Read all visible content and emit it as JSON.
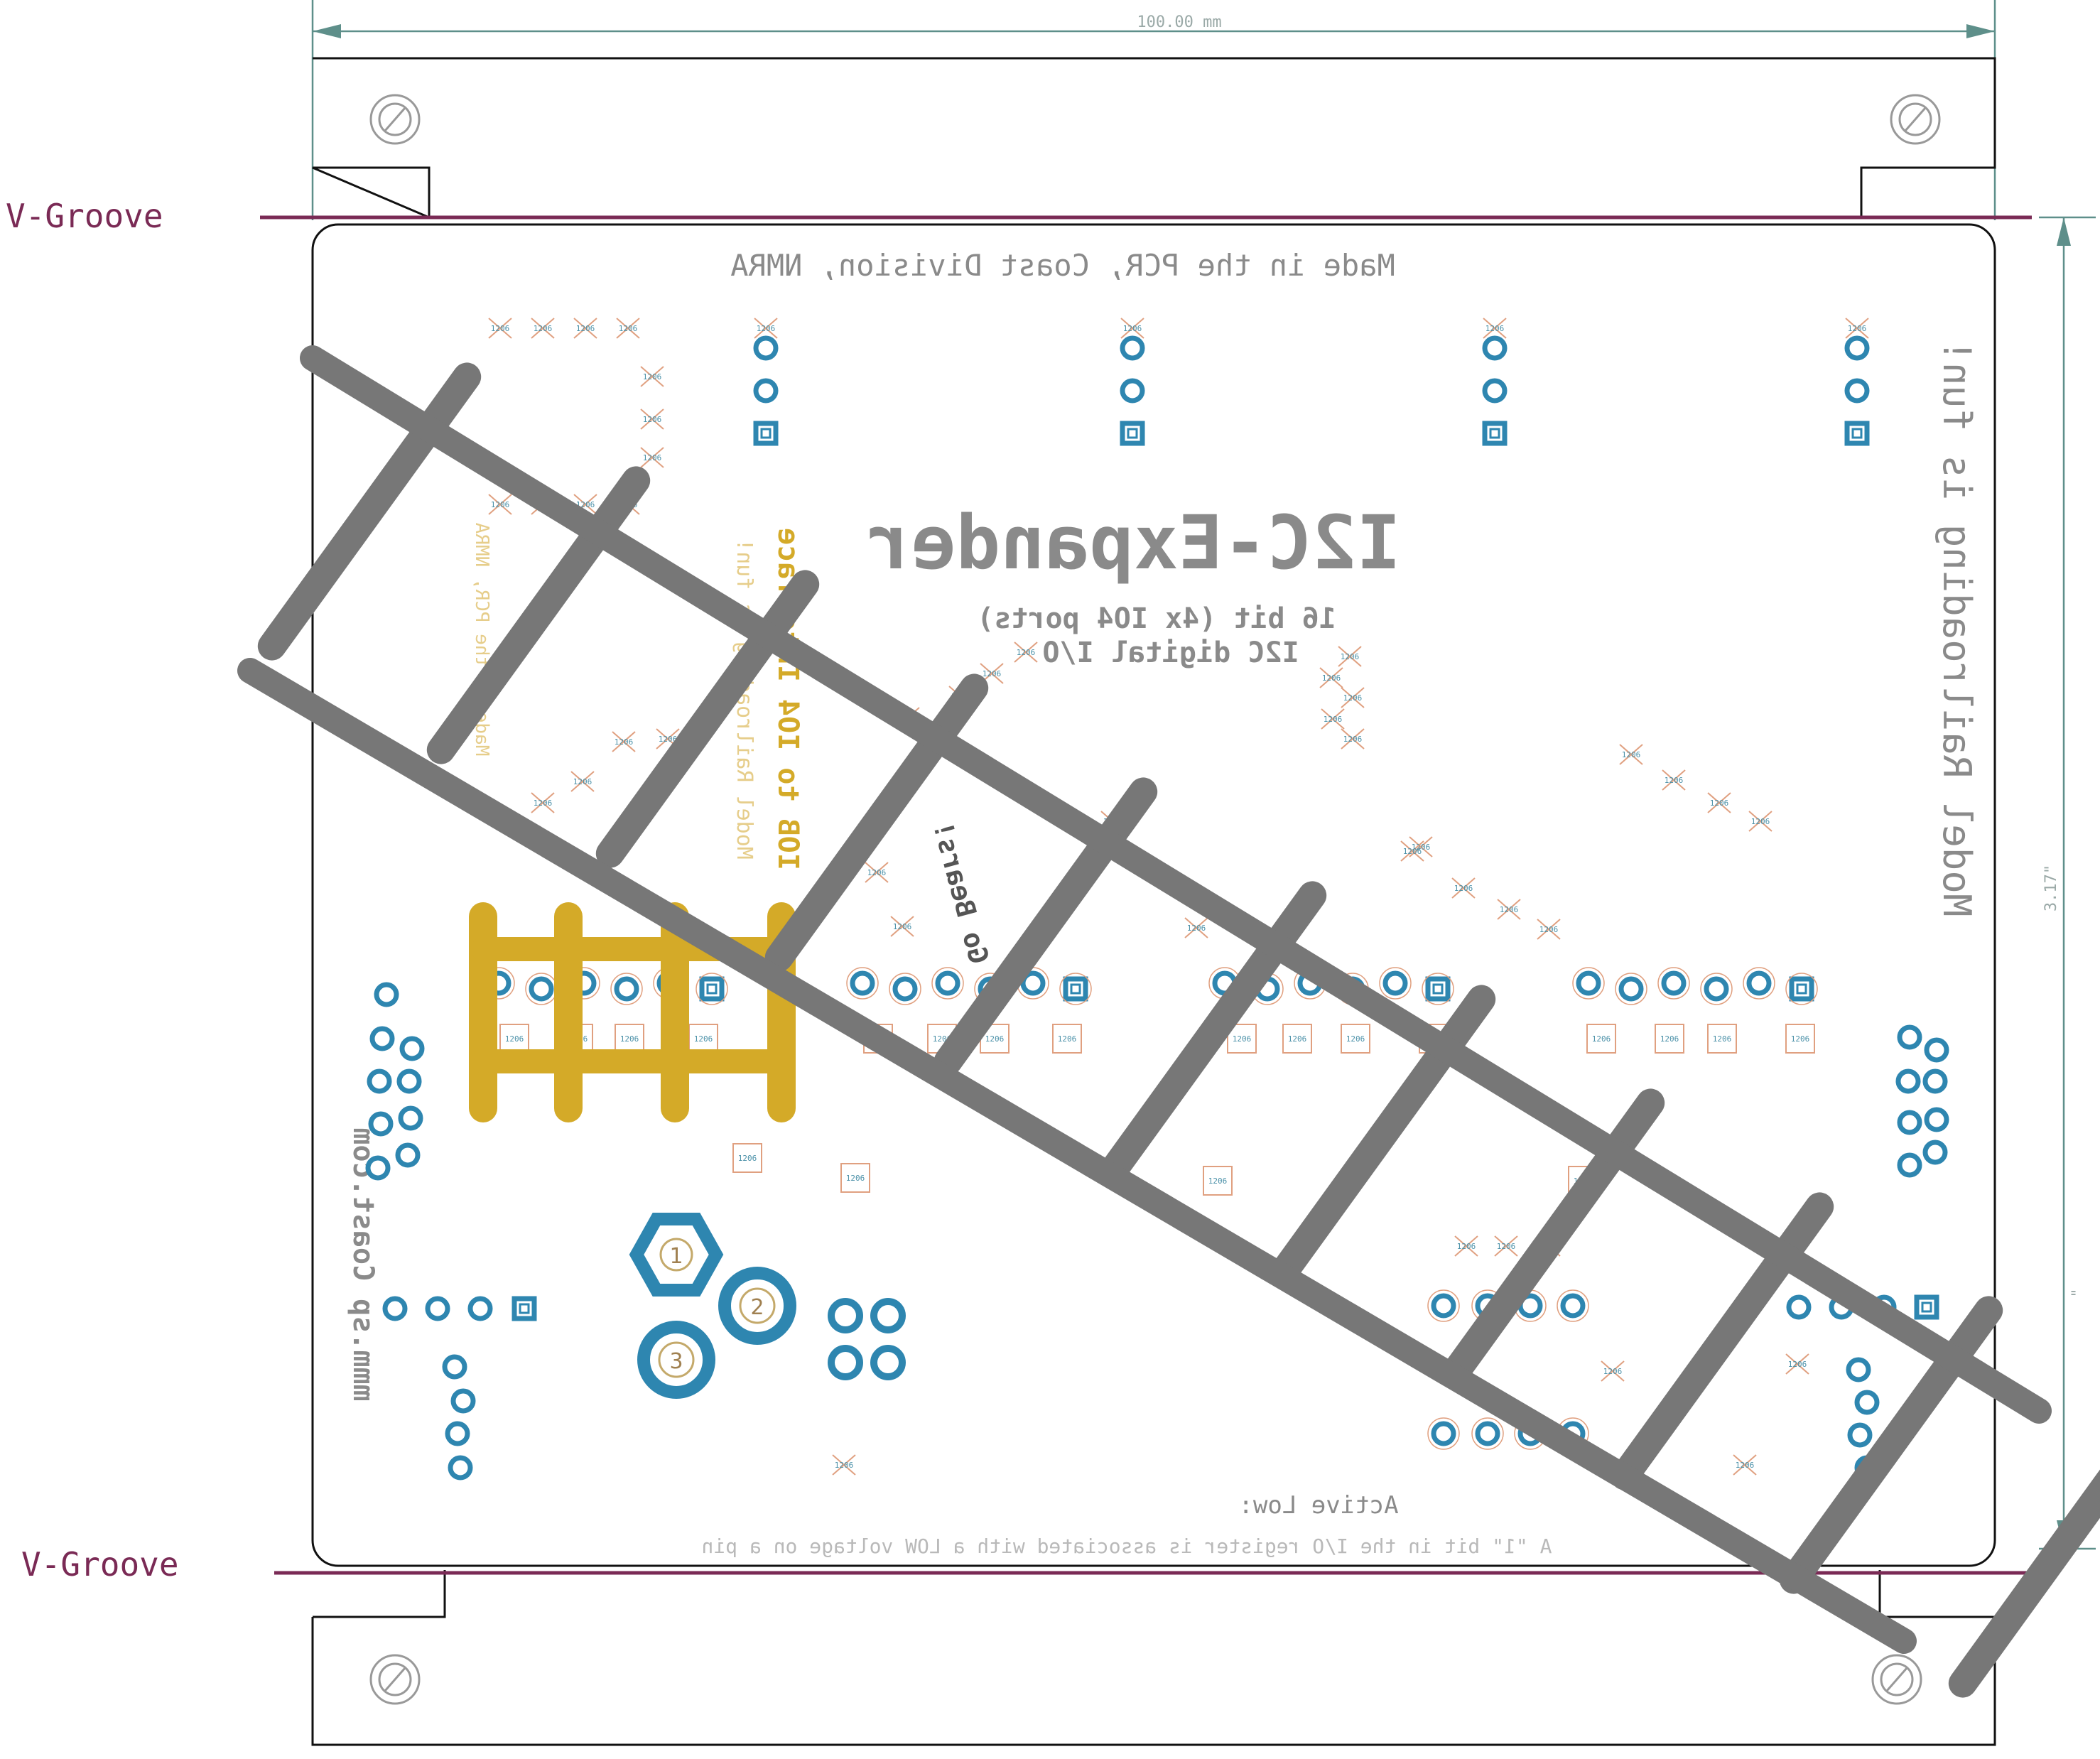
{
  "board": {
    "width_label": "100.00 mm",
    "height_label_1": "3.17\"",
    "height_label_2": "\"",
    "vgroove_label": "V-Groove"
  },
  "silkscreen": {
    "made_in": "Made in the PCR, Coast Division, NMRA",
    "title": "I2C-Expander",
    "subtitle_1": "16 bit (4x IO4 ports)",
    "subtitle_2": "I2C digital I/O",
    "side_text": "Model Railroading is fun!",
    "website": "mmm.sp Coast.com",
    "interface_label": "IOB to IO4 Interface",
    "side_text_small": "Model Railroading is fun!",
    "address_text": "Made in the PCR, NMRA",
    "go_bears": "Go Bears!",
    "active_low": "Active Low:",
    "register_note": "A \"1\" bit in the I/O register is associated with a LOW voltage on a pin"
  },
  "connector_labels": [
    "1",
    "2",
    "3"
  ],
  "smd_label": "1206",
  "colors": {
    "copper": "#2e86b0",
    "silk": "#8a8a8a",
    "groove": "#7a2a55",
    "gold": "#d4aa28",
    "track": "#777777"
  }
}
